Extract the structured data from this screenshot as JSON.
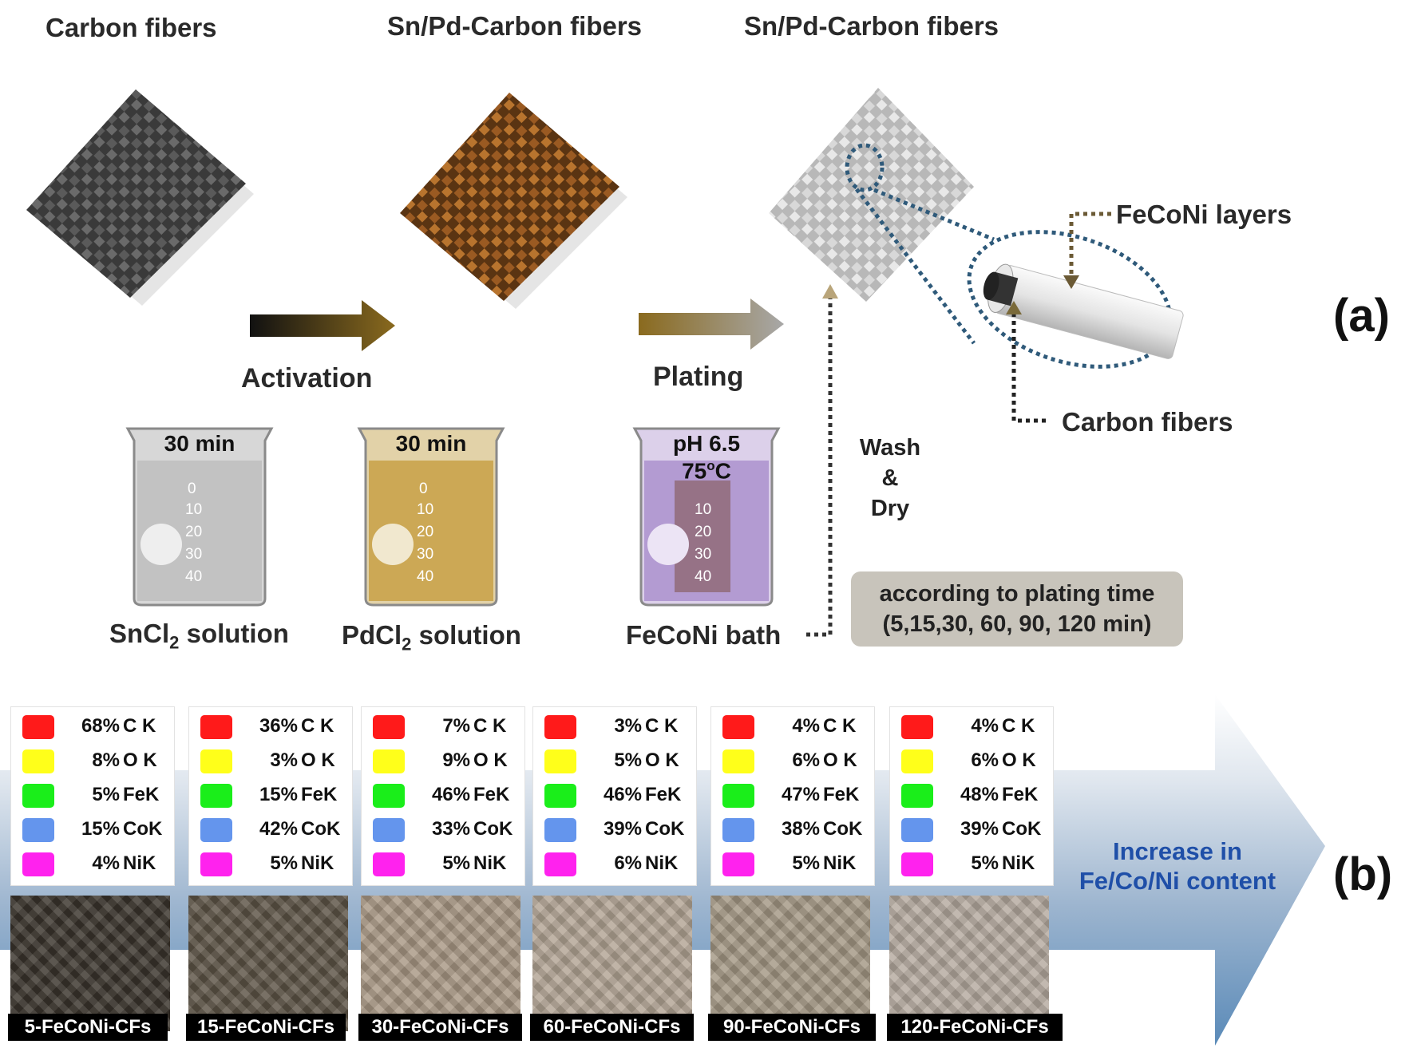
{
  "panel_a": {
    "titles": {
      "carbon_fibers": "Carbon fibers",
      "snpd_1": "Sn/Pd-Carbon fibers",
      "snpd_2": "Sn/Pd-Carbon fibers"
    },
    "steps": {
      "activation": "Activation",
      "plating": "Plating"
    },
    "beakers": [
      {
        "time": "30 min",
        "solution": "SnCl",
        "sub": "2",
        "solution_suffix": " solution",
        "tint": "#bdbdbd"
      },
      {
        "time": "30 min",
        "solution": "PdCl",
        "sub": "2",
        "solution_suffix": " solution",
        "tint": "#c49a3a"
      },
      {
        "line1": "pH 6.5",
        "line2": "75",
        "sup": "o",
        "line2_suffix": "C",
        "solution": "FeCoNi bath",
        "tint": "#a58ac9"
      }
    ],
    "wash_dry": [
      "Wash",
      "&",
      "Dry"
    ],
    "note_lines": [
      "according to plating time",
      "(5,15,30, 60, 90, 120 min)"
    ],
    "labels": {
      "feconi_layers": "FeCoNi layers",
      "carbon_fibers": "Carbon fibers"
    },
    "panel_label": "(a)"
  },
  "panel_b": {
    "legend_colors": {
      "C K": "#ff1a1a",
      "O K": "#ffff1a",
      "FeK": "#1aee1a",
      "CoK": "#6495ed",
      "NiK": "#ff22ee"
    },
    "elements": [
      "C K",
      "O K",
      "FeK",
      "CoK",
      "NiK"
    ],
    "samples": [
      {
        "label": "5-FeCoNi-CFs",
        "values": [
          "68%",
          "8%",
          "5%",
          "15%",
          "4%"
        ],
        "photo_color": "#3a342c"
      },
      {
        "label": "15-FeCoNi-CFs",
        "values": [
          "36%",
          "3%",
          "15%",
          "42%",
          "5%"
        ],
        "photo_color": "#5d5446"
      },
      {
        "label": "30-FeCoNi-CFs",
        "values": [
          "7%",
          "9%",
          "46%",
          "33%",
          "5%"
        ],
        "photo_color": "#a99885"
      },
      {
        "label": "60-FeCoNi-CFs",
        "values": [
          "3%",
          "5%",
          "46%",
          "39%",
          "6%"
        ],
        "photo_color": "#b3a595"
      },
      {
        "label": "90-FeCoNi-CFs",
        "values": [
          "4%",
          "6%",
          "47%",
          "38%",
          "5%"
        ],
        "photo_color": "#a49885"
      },
      {
        "label": "120-FeCoNi-CFs",
        "values": [
          "4%",
          "6%",
          "48%",
          "39%",
          "5%"
        ],
        "photo_color": "#b5aa9f"
      }
    ],
    "arrow_text": [
      "Increase in",
      "Fe/Co/Ni content"
    ],
    "panel_label": "(b)"
  }
}
